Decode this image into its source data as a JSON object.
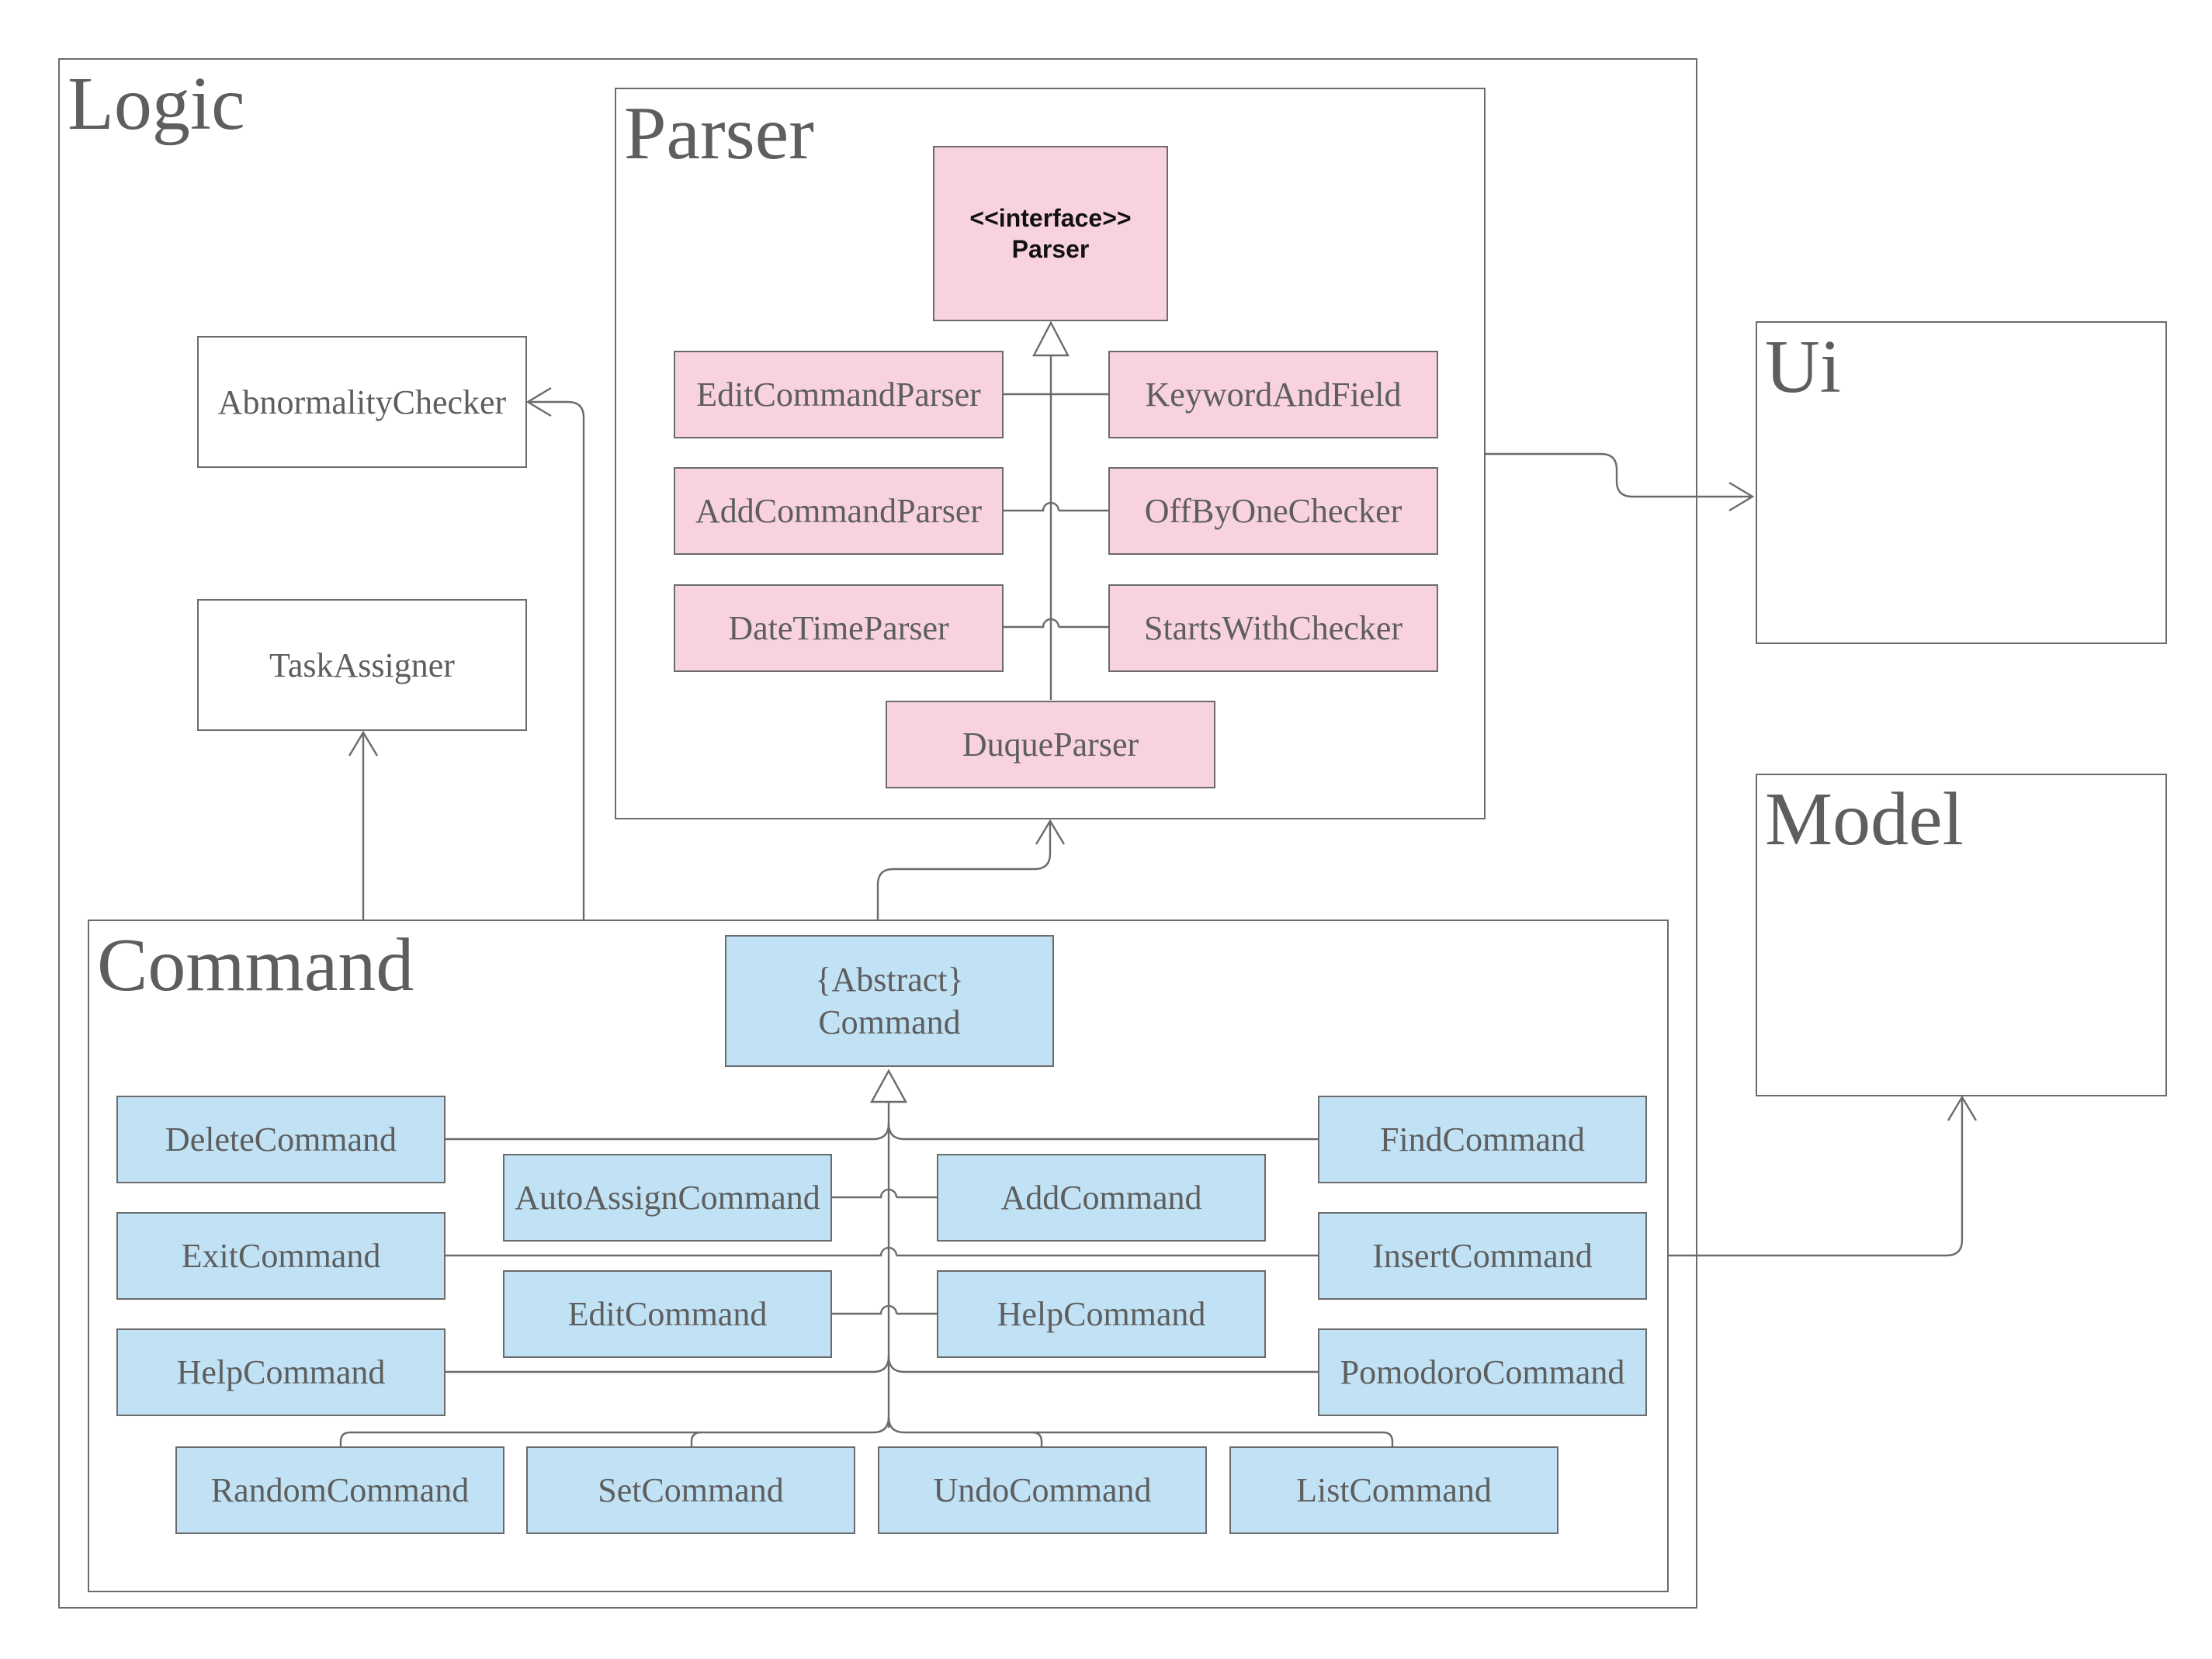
{
  "packages": {
    "logic": "Logic",
    "parser": "Parser",
    "command": "Command",
    "ui": "Ui",
    "model": "Model"
  },
  "logic_classes": {
    "abnormality_checker": "AbnormalityChecker",
    "task_assigner": "TaskAssigner"
  },
  "parser_classes": {
    "interface_stereotype": "<<interface>>",
    "interface_name": "Parser",
    "edit_command_parser": "EditCommandParser",
    "add_command_parser": "AddCommandParser",
    "date_time_parser": "DateTimeParser",
    "keyword_and_field": "KeywordAndField",
    "off_by_one_checker": "OffByOneChecker",
    "starts_with_checker": "StartsWithChecker",
    "duque_parser": "DuqueParser"
  },
  "command_classes": {
    "abstract_stereotype": "{Abstract}",
    "abstract_name": "Command",
    "delete_command": "DeleteCommand",
    "exit_command": "ExitCommand",
    "help_command_left": "HelpCommand",
    "auto_assign_command": "AutoAssignCommand",
    "edit_command": "EditCommand",
    "add_command": "AddCommand",
    "help_command_mid": "HelpCommand",
    "find_command": "FindCommand",
    "insert_command": "InsertCommand",
    "pomodoro_command": "PomodoroCommand",
    "random_command": "RandomCommand",
    "set_command": "SetCommand",
    "undo_command": "UndoCommand",
    "list_command": "ListCommand"
  },
  "colors": {
    "parser_fill": "#f8d2df",
    "command_fill": "#c1e2f5",
    "line": "#6b6b6b",
    "text": "#5e5e5e"
  }
}
